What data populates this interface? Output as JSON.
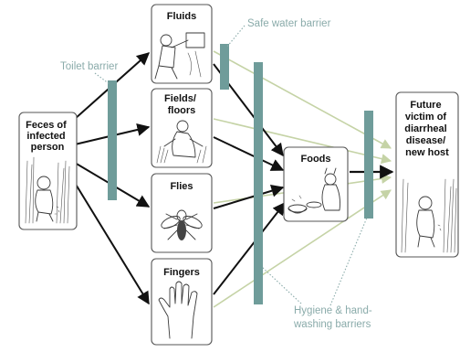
{
  "nodes": {
    "feces": [
      "Feces of",
      "infected",
      "person"
    ],
    "fluids": [
      "Fluids"
    ],
    "fields": [
      "Fields/",
      "floors"
    ],
    "flies": [
      "Flies"
    ],
    "fingers": [
      "Fingers"
    ],
    "foods": [
      "Foods"
    ],
    "victim": [
      "Future",
      "victim of",
      "diarrheal",
      "disease/",
      "new host"
    ]
  },
  "barriers": {
    "toilet": "Toilet barrier",
    "safe_water": "Safe water barrier",
    "hygiene": [
      "Hygiene & hand-",
      "washing barriers"
    ]
  },
  "colors": {
    "barrier": "#6f9c9a",
    "primary_arrow": "#111111",
    "secondary_arrow": "#c5d3a6",
    "label": "#8aabaa"
  }
}
